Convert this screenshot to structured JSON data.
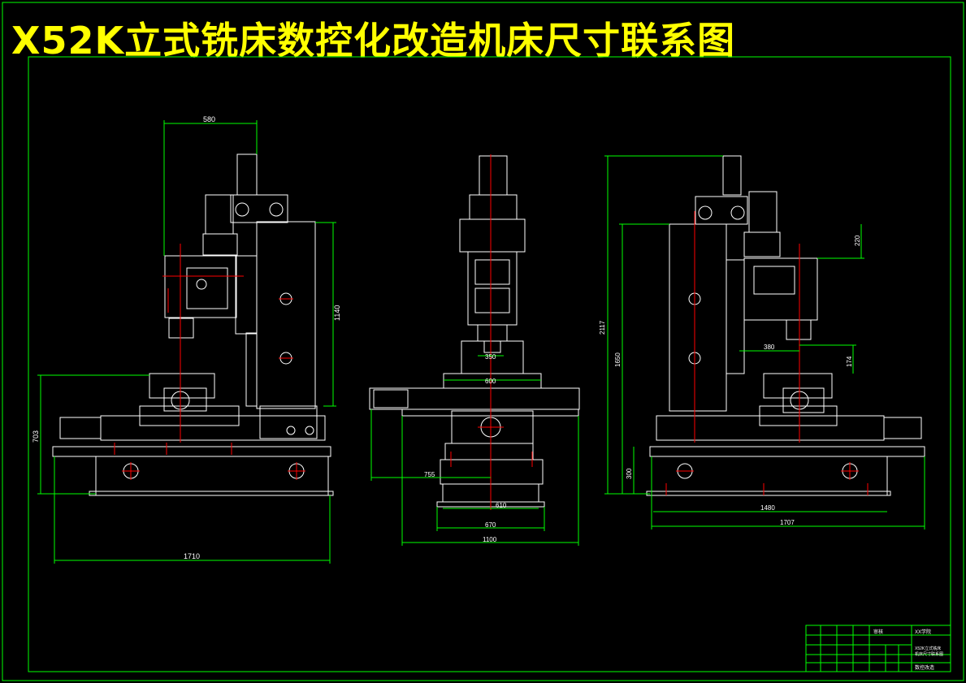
{
  "title": "X52K立式铣床数控化改造机床尺寸联系图",
  "colors": {
    "background": "#000000",
    "title": "#ffff00",
    "frame": "#00ff00",
    "machine": "#ffffff",
    "dimension": "#00ff00",
    "centerline": "#ff0000"
  },
  "dimensions": {
    "front": {
      "width_top": "580",
      "height_column": "1140",
      "height_table": "703",
      "width_base": "1710"
    },
    "side": {
      "spindle_gap": "350",
      "table_width": "600",
      "offset": "755",
      "base_top": "610",
      "base_mid": "670",
      "base_bottom": "1100"
    },
    "right": {
      "overall_height": "2117",
      "column_height": "1650",
      "head_offset": "220",
      "spindle_reach": "380",
      "spindle_gap": "174",
      "base_height": "300",
      "base_width": "1480",
      "overall_width": "1707"
    }
  },
  "title_block": {
    "cell_a": "审核",
    "cell_b": "XX学院",
    "cell_c": "X52K立式铣床",
    "cell_d": "机床尺寸联系图",
    "cell_e": "数控改造"
  }
}
